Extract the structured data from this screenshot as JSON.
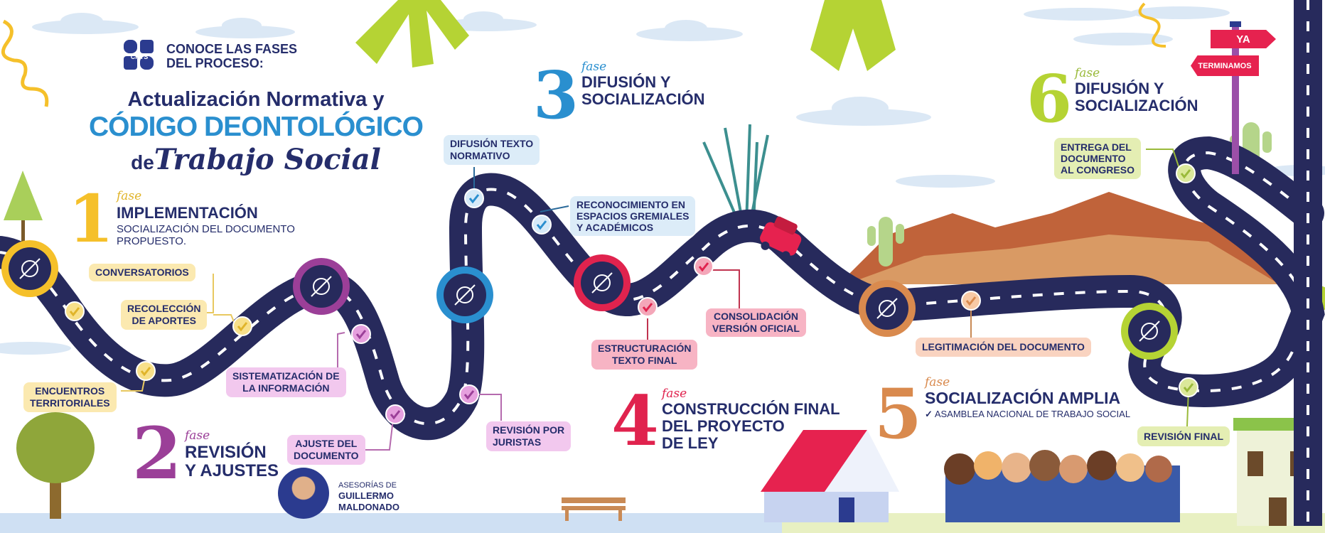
{
  "header": {
    "logo_text": "CNTS",
    "intro_line1": "CONOCE LAS FASES",
    "intro_line2": "DEL PROCESO:",
    "title_line1": "Actualización Normativa y",
    "title_line2": "CÓDIGO DEONTOLÓGICO",
    "title_de": "de",
    "title_line3": "Trabajo Social"
  },
  "phases": [
    {
      "number": "1",
      "fase": "fase",
      "title": "IMPLEMENTACIÓN",
      "subtitle_line1": "SOCIALIZACIÓN DEL DOCUMENTO",
      "subtitle_line2": "PROPUESTO.",
      "color": "#f5c02a"
    },
    {
      "number": "2",
      "fase": "fase",
      "title_line1": "REVISIÓN",
      "title_line2": "Y AJUSTES",
      "color": "#9b3f98"
    },
    {
      "number": "3",
      "fase": "fase",
      "title_line1": "DIFUSIÓN Y",
      "title_line2": "SOCIALIZACIÓN",
      "color": "#2a8fcf"
    },
    {
      "number": "4",
      "fase": "fase",
      "title_line1": "CONSTRUCCIÓN FINAL",
      "title_line2": "DEL PROYECTO",
      "title_line3": "DE LEY",
      "color": "#e0234e"
    },
    {
      "number": "5",
      "fase": "fase",
      "title": "SOCIALIZACIÓN AMPLIA",
      "check": "✓",
      "subtitle": "ASAMBLEA NACIONAL DE TRABAJO SOCIAL",
      "color": "#d98a4e"
    },
    {
      "number": "6",
      "fase": "fase",
      "title_line1": "DIFUSIÓN Y",
      "title_line2": "SOCIALIZACIÓN",
      "color": "#b5d334"
    }
  ],
  "milestones": {
    "conversatorios": "CONVERSATORIOS",
    "recoleccion_1": "RECOLECCIÓN",
    "recoleccion_2": "DE APORTES",
    "encuentros_1": "ENCUENTROS",
    "encuentros_2": "TERRITORIALES",
    "sistematizacion_1": "SISTEMATIZACIÓN DE",
    "sistematizacion_2": "LA INFORMACIÓN",
    "ajuste_1": "AJUSTE DEL",
    "ajuste_2": "DOCUMENTO",
    "juristas_1": "REVISIÓN POR",
    "juristas_2": "JURISTAS",
    "difusion_1": "DIFUSIÓN TEXTO",
    "difusion_2": "NORMATIVO",
    "reconocimiento_1": "RECONOCIMIENTO EN",
    "reconocimiento_2": "ESPACIOS GREMIALES",
    "reconocimiento_3": "Y ACADÉMICOS",
    "estructuracion_1": "ESTRUCTURACIÓN",
    "estructuracion_2": "TEXTO FINAL",
    "consolidacion_1": "CONSOLIDACIÓN",
    "consolidacion_2": "VERSIÓN OFICIAL",
    "legitimacion": "LEGITIMACIÓN DEL DOCUMENTO",
    "entrega_1": "ENTREGA DEL",
    "entrega_2": "DOCUMENTO",
    "entrega_3": "AL CONGRESO",
    "revision_final": "REVISIÓN FINAL"
  },
  "credit": {
    "line1": "ASESORÍAS DE",
    "line2": "GUILLERMO",
    "line3": "MALDONADO"
  },
  "signpost": {
    "top": "YA",
    "bottom": "TERMINAMOS"
  },
  "colors": {
    "navy": "#252d6b",
    "road": "#272a5c",
    "blue": "#2a8fcf",
    "sign": "#e6224f"
  }
}
